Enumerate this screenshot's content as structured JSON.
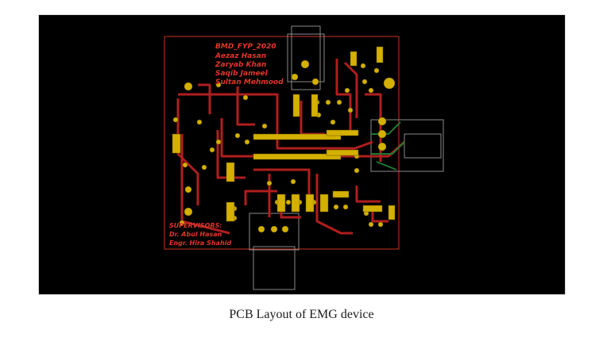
{
  "figure": {
    "board_title": "BMD_FYP_2020",
    "authors": [
      "Aezaz Hasan",
      "Zaryab Khan",
      "Saqib Jameel",
      "Sultan Mehmood"
    ],
    "supervisors_heading": "SUPERVISORS:",
    "supervisors": [
      "Dr. Abul Hasan",
      "Engr. Hira Shahid"
    ],
    "colors": {
      "background": "#000000",
      "edge_cuts": "#c8321e",
      "copper_trace": "#b01e1e",
      "pad": "#d4b000",
      "silkscreen": "#e0352b",
      "ground_trace": "#1e7a32",
      "outline": "#8a8a8a"
    }
  },
  "caption": "PCB Layout of EMG device"
}
